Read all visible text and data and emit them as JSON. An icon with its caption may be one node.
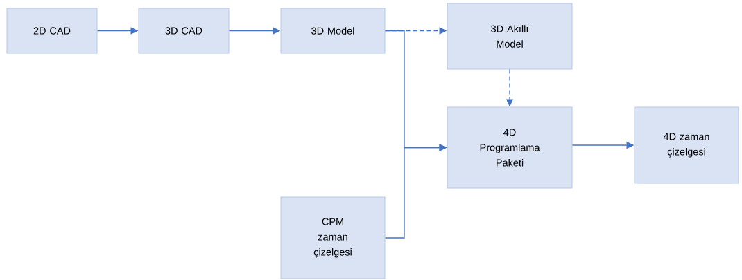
{
  "diagram": {
    "nodes": [
      {
        "text": [
          "2D CAD"
        ]
      },
      {
        "text": [
          "3D CAD"
        ]
      },
      {
        "text": [
          "3D Model"
        ]
      },
      {
        "text": [
          "3D Akıllı Model"
        ]
      },
      {
        "text": [
          "4D Programlama Paketi"
        ]
      },
      {
        "text": [
          "4D zaman çizelgesi"
        ]
      },
      {
        "text": [
          "CPM zaman çizelgesi"
        ]
      }
    ],
    "edges": [
      {
        "from": 0,
        "to": 1,
        "arrow": "to"
      },
      {
        "from": 1,
        "to": 2,
        "arrow": "to"
      },
      {
        "from": 2,
        "to": 3,
        "arrow": "to",
        "style": "dashed"
      },
      {
        "from": 3,
        "to": 4,
        "arrow": "to",
        "style": "dashed"
      },
      {
        "from": 2,
        "to": 4,
        "arrow": "to"
      },
      {
        "from": 6,
        "to": 4,
        "arrow": "to"
      },
      {
        "from": 4,
        "to": 5,
        "arrow": "to"
      }
    ]
  }
}
